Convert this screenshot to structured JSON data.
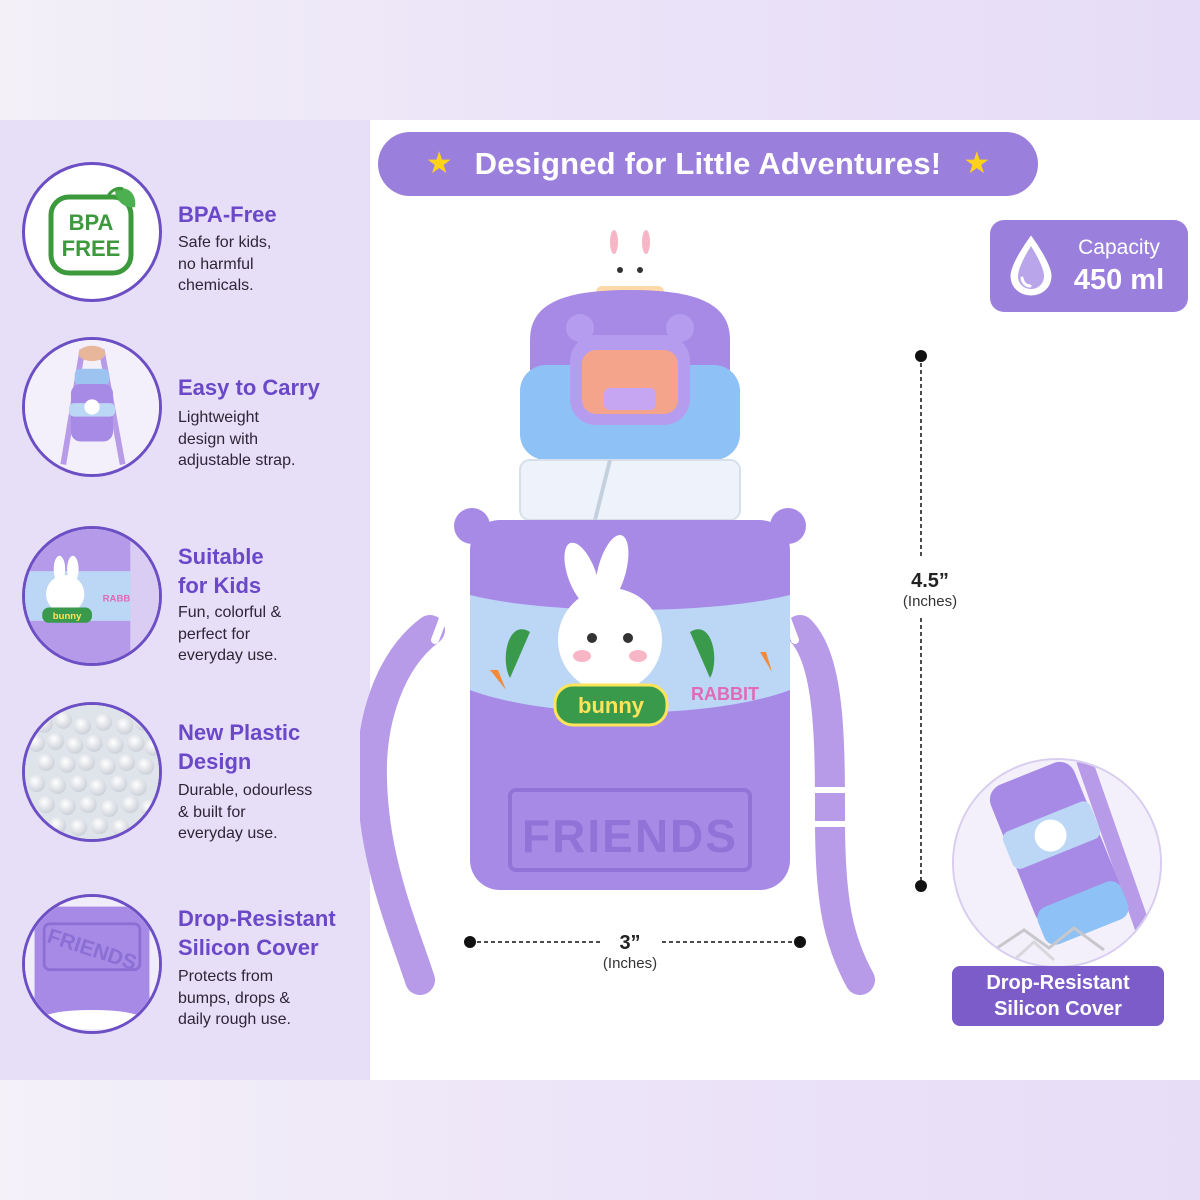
{
  "banner": {
    "text": "Designed for Little Adventures!"
  },
  "capacity": {
    "label": "Capacity",
    "value": "450 ml"
  },
  "features": [
    {
      "title_lines": [
        "BPA-Free"
      ],
      "desc_lines": [
        "Safe for kids,",
        "no harmful",
        "chemicals."
      ],
      "icon_text": [
        "BPA",
        "FREE"
      ]
    },
    {
      "title_lines": [
        "Easy to Carry"
      ],
      "desc_lines": [
        "Lightweight",
        "design with",
        "adjustable strap."
      ]
    },
    {
      "title_lines": [
        "Suitable",
        "for Kids"
      ],
      "desc_lines": [
        "Fun, colorful &",
        "perfect for",
        "everyday use."
      ]
    },
    {
      "title_lines": [
        "New Plastic",
        "Design"
      ],
      "desc_lines": [
        "Durable, odourless",
        "& built for",
        "everyday use."
      ]
    },
    {
      "title_lines": [
        "Drop-Resistant",
        "Silicon Cover"
      ],
      "desc_lines": [
        "Protects from",
        "bumps, drops &",
        "daily rough use."
      ]
    }
  ],
  "dimensions": {
    "height": {
      "value": "4.5”",
      "unit": "(Inches)"
    },
    "width": {
      "value": "3”",
      "unit": "(Inches)"
    }
  },
  "bottle": {
    "embossed_text": "FRIENDS",
    "badge_text": "bunny",
    "side_text": "RABBIT"
  },
  "inset": {
    "label_lines": [
      "Drop-Resistant",
      "Silicon Cover"
    ]
  },
  "colors": {
    "accent_purple": "#6a48c8",
    "banner_purple": "#9a80dc",
    "bottle_purple": "#a78ae6",
    "star_yellow": "#ffd21a"
  }
}
